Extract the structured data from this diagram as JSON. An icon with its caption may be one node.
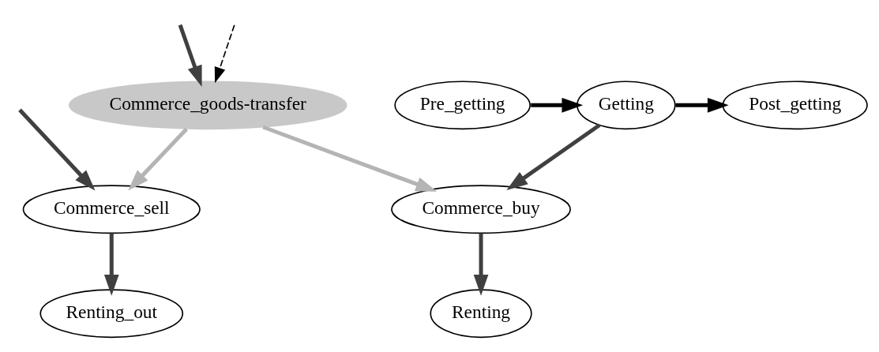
{
  "diagram": {
    "nodes": [
      {
        "text": [
          "Commerce_goods-transfer"
        ]
      },
      {
        "text": [
          "Pre_getting"
        ]
      },
      {
        "text": [
          "Getting"
        ]
      },
      {
        "text": [
          "Post_getting"
        ]
      },
      {
        "text": [
          "Commerce_sell"
        ]
      },
      {
        "text": [
          "Commerce_buy"
        ]
      },
      {
        "text": [
          "Renting_out"
        ]
      },
      {
        "text": [
          "Renting"
        ]
      }
    ],
    "edges": [
      {
        "from": null,
        "to": 0,
        "arrow": "to"
      },
      {
        "from": null,
        "to": 0,
        "arrow": "to",
        "style": "dashed",
        "color": "#000000"
      },
      {
        "from": 1,
        "to": 2,
        "arrow": "to",
        "color": "#000000"
      },
      {
        "from": 2,
        "to": 3,
        "arrow": "to",
        "color": "#000000"
      },
      {
        "from": 0,
        "to": 4,
        "arrow": "to",
        "color": "#b4b4b4"
      },
      {
        "from": 0,
        "to": 5,
        "arrow": "to",
        "color": "#b4b4b4"
      },
      {
        "from": null,
        "to": 4,
        "arrow": "to"
      },
      {
        "from": 2,
        "to": 5,
        "arrow": "to"
      },
      {
        "from": 4,
        "to": 6,
        "arrow": "to"
      },
      {
        "from": 5,
        "to": 7,
        "arrow": "to"
      }
    ]
  }
}
